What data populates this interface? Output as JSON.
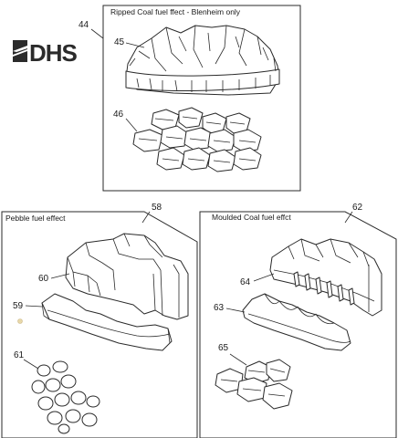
{
  "brand": {
    "logo_text": "DHS",
    "logo_color": "#2b2b2b",
    "accent": "#ffffff"
  },
  "panels": [
    {
      "id": "ripped",
      "number": "44",
      "caption": "Ripped Coal fuel ffect - Blenheim only",
      "parts": [
        {
          "number": "45",
          "item": "coal-bed"
        },
        {
          "number": "46",
          "item": "coal-pieces"
        }
      ]
    },
    {
      "id": "pebble",
      "number": "58",
      "caption": "Pebble fuel effect",
      "parts": [
        {
          "number": "60",
          "item": "rear-fuel-bed"
        },
        {
          "number": "59",
          "item": "front-fret"
        },
        {
          "number": "61",
          "item": "pebbles"
        }
      ]
    },
    {
      "id": "moulded",
      "number": "62",
      "caption": "Moulded Coal fuel effct",
      "parts": [
        {
          "number": "64",
          "item": "rear-fuel-bed"
        },
        {
          "number": "63",
          "item": "front-fret"
        },
        {
          "number": "65",
          "item": "coal-lumps"
        }
      ]
    }
  ]
}
